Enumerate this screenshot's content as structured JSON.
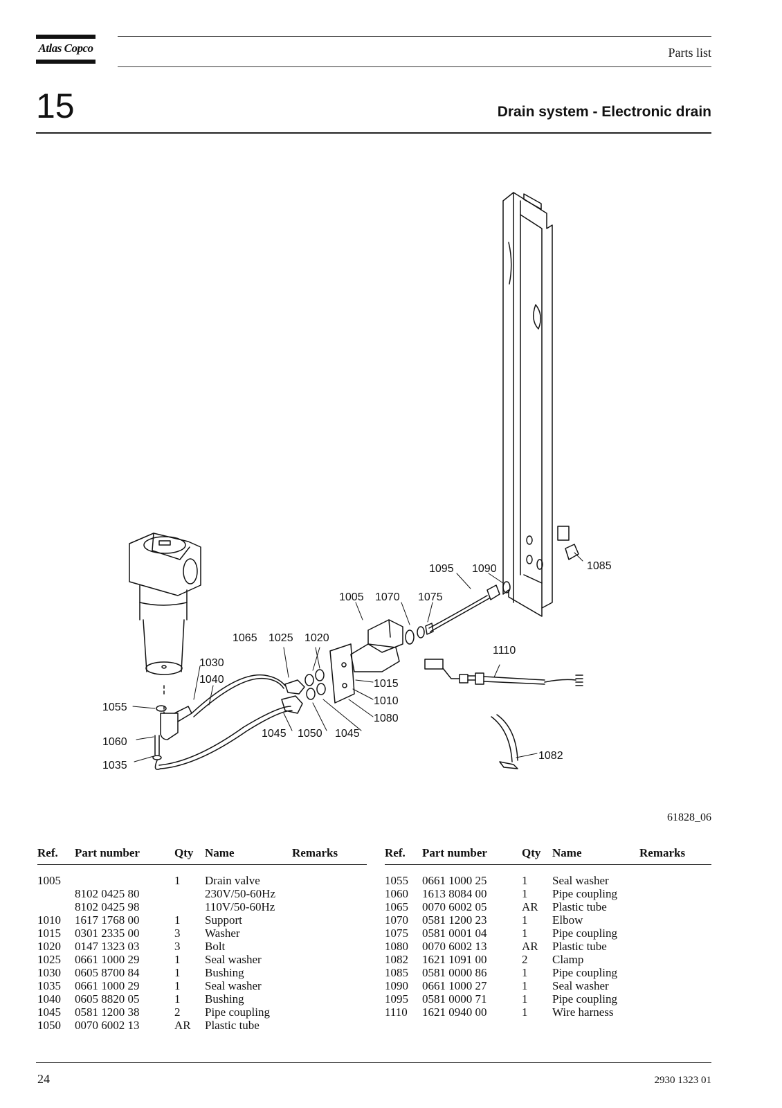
{
  "header": {
    "brand": "Atlas Copco",
    "section_label": "Parts list"
  },
  "chapter": {
    "number": "15",
    "title": "Drain system - Electronic drain"
  },
  "drawing": {
    "figure_id": "61828_06",
    "callouts": [
      "1005",
      "1010",
      "1015",
      "1020",
      "1025",
      "1030",
      "1035",
      "1040",
      "1045",
      "1045",
      "1050",
      "1055",
      "1060",
      "1065",
      "1070",
      "1075",
      "1080",
      "1082",
      "1085",
      "1090",
      "1095",
      "1110"
    ]
  },
  "table_headers": {
    "ref": "Ref.",
    "part_number": "Part number",
    "qty": "Qty",
    "name": "Name",
    "remarks": "Remarks"
  },
  "parts_left": [
    {
      "ref": "1005",
      "part_number": "",
      "qty": "1",
      "name": "Drain valve",
      "remarks": ""
    },
    {
      "ref": "",
      "part_number": "8102 0425 80",
      "qty": "",
      "name": "230V/50-60Hz",
      "remarks": ""
    },
    {
      "ref": "",
      "part_number": "8102 0425 98",
      "qty": "",
      "name": "110V/50-60Hz",
      "remarks": ""
    },
    {
      "ref": "1010",
      "part_number": "1617 1768 00",
      "qty": "1",
      "name": "Support",
      "remarks": ""
    },
    {
      "ref": "1015",
      "part_number": "0301 2335 00",
      "qty": "3",
      "name": "Washer",
      "remarks": ""
    },
    {
      "ref": "1020",
      "part_number": "0147 1323 03",
      "qty": "3",
      "name": "Bolt",
      "remarks": ""
    },
    {
      "ref": "1025",
      "part_number": "0661 1000 29",
      "qty": "1",
      "name": "Seal washer",
      "remarks": ""
    },
    {
      "ref": "1030",
      "part_number": "0605 8700 84",
      "qty": "1",
      "name": "Bushing",
      "remarks": ""
    },
    {
      "ref": "1035",
      "part_number": "0661 1000 29",
      "qty": "1",
      "name": "Seal washer",
      "remarks": ""
    },
    {
      "ref": "1040",
      "part_number": "0605 8820 05",
      "qty": "1",
      "name": "Bushing",
      "remarks": ""
    },
    {
      "ref": "1045",
      "part_number": "0581 1200 38",
      "qty": "2",
      "name": "Pipe coupling",
      "remarks": ""
    },
    {
      "ref": "1050",
      "part_number": "0070 6002 13",
      "qty": "AR",
      "name": "Plastic tube",
      "remarks": ""
    }
  ],
  "parts_right": [
    {
      "ref": "1055",
      "part_number": "0661 1000 25",
      "qty": "1",
      "name": "Seal washer",
      "remarks": ""
    },
    {
      "ref": "1060",
      "part_number": "1613 8084 00",
      "qty": "1",
      "name": "Pipe coupling",
      "remarks": ""
    },
    {
      "ref": "1065",
      "part_number": "0070 6002 05",
      "qty": "AR",
      "name": "Plastic tube",
      "remarks": ""
    },
    {
      "ref": "1070",
      "part_number": "0581 1200 23",
      "qty": "1",
      "name": "Elbow",
      "remarks": ""
    },
    {
      "ref": "1075",
      "part_number": "0581 0001 04",
      "qty": "1",
      "name": "Pipe coupling",
      "remarks": ""
    },
    {
      "ref": "1080",
      "part_number": "0070 6002 13",
      "qty": "AR",
      "name": "Plastic tube",
      "remarks": ""
    },
    {
      "ref": "1082",
      "part_number": "1621 1091 00",
      "qty": "2",
      "name": "Clamp",
      "remarks": ""
    },
    {
      "ref": "1085",
      "part_number": "0581 0000 86",
      "qty": "1",
      "name": "Pipe coupling",
      "remarks": ""
    },
    {
      "ref": "1090",
      "part_number": "0661 1000 27",
      "qty": "1",
      "name": "Seal washer",
      "remarks": ""
    },
    {
      "ref": "1095",
      "part_number": "0581 0000 71",
      "qty": "1",
      "name": "Pipe coupling",
      "remarks": ""
    },
    {
      "ref": "1110",
      "part_number": "1621 0940 00",
      "qty": "1",
      "name": "Wire harness",
      "remarks": ""
    }
  ],
  "footer": {
    "page_number": "24",
    "document_number": "2930 1323 01"
  }
}
